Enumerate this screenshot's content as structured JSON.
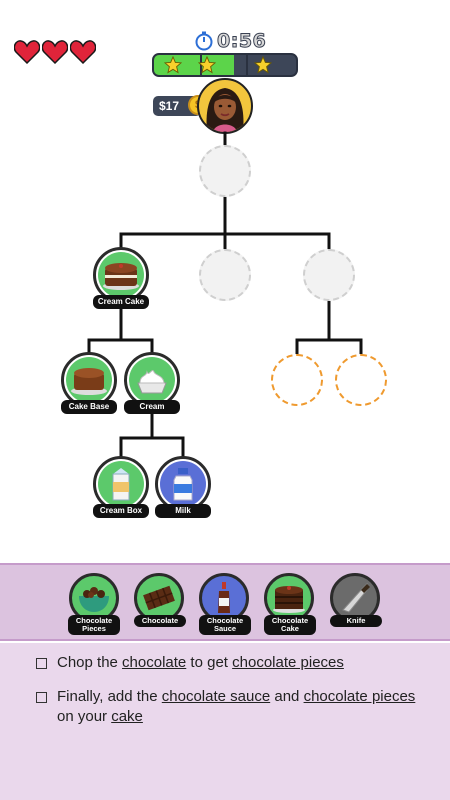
{
  "hud": {
    "lives": 3,
    "timer": "0:56",
    "stars": 3,
    "progress_fraction": 0.56,
    "money": "$17",
    "coin_symbol": "$"
  },
  "tree": {
    "nodes": [
      {
        "label": "Cream Cake"
      },
      {
        "label": "Cake Base"
      },
      {
        "label": "Cream"
      },
      {
        "label": "Cream Box"
      },
      {
        "label": "Milk"
      }
    ]
  },
  "inventory": {
    "items": [
      {
        "label": "Chocolate\nPieces",
        "bg": "#5cc96b"
      },
      {
        "label": "Chocolate",
        "bg": "#5cc96b"
      },
      {
        "label": "Chocolate\nSauce",
        "bg": "#5a6fd6"
      },
      {
        "label": "Chocolate\nCake",
        "bg": "#5cc96b"
      },
      {
        "label": "Knife",
        "bg": "#6b6b6b"
      }
    ]
  },
  "tasks": {
    "t1": {
      "a": "Chop the ",
      "b": "chocolate",
      "c": " to get ",
      "d": "chocolate pieces"
    },
    "t2": {
      "a": "Finally, add the ",
      "b": "chocolate sauce",
      "c": " and ",
      "d": "chocolate pieces",
      "e": " on your ",
      "f": "cake"
    }
  },
  "colors": {
    "green": "#5cc96b",
    "blue": "#5a6fd6",
    "panel": "#dcc3df",
    "tasks_bg": "#ead8ec",
    "arrow": "#c98bd1"
  }
}
